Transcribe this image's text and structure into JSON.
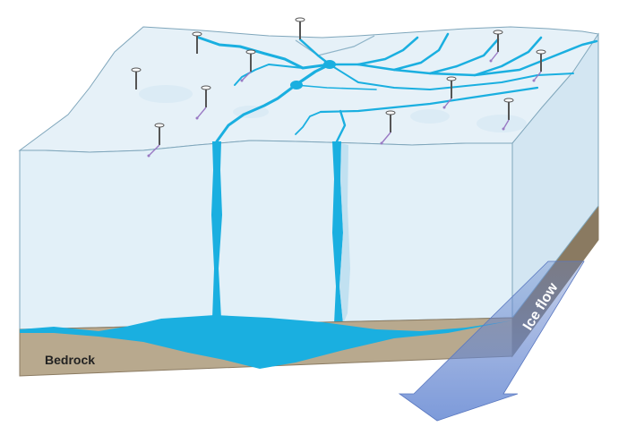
{
  "labels": {
    "bedrock": "Bedrock",
    "ice_flow": "Ice flow"
  },
  "colors": {
    "ice_top": "#e6f1f8",
    "ice_front": "#e2f0f8",
    "ice_side": "#d3e6f2",
    "outline": "#7fa6bb",
    "meltwater": "#1aafe0",
    "bedrock": "#b8a98e",
    "bedrock_dark": "#8a7a61",
    "arrow": "#6e8fd6",
    "stake": "#555555",
    "motion_vector": "#9a7ac4"
  },
  "stakes": {
    "count": 11
  },
  "moulins": {
    "count": 2
  }
}
